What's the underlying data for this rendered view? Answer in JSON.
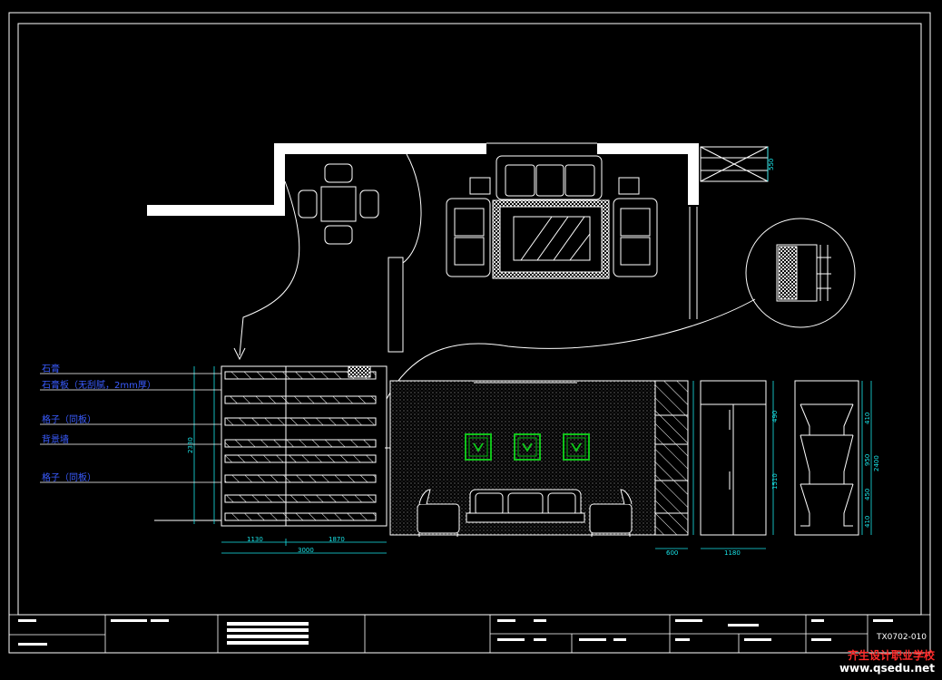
{
  "drawing": {
    "labels": {
      "l1": "石膏",
      "l2": "石膏板（无刮腻，2mm厚）",
      "l3": "格子（同板）",
      "l4": "背景墙",
      "l5": "格子（同板）"
    },
    "dims": {
      "d1130": "1130",
      "d1870": "1870",
      "d3000": "3000",
      "d2330": "2330",
      "d600": "600",
      "d1180": "1180",
      "d550": "550",
      "d410a": "410",
      "d950": "950",
      "d450": "450",
      "d410b": "410",
      "d2400": "2400",
      "d1510": "1510",
      "d490": "490"
    },
    "title_block": {
      "drawing_no": "TX0702-010"
    }
  },
  "watermark": {
    "line1": "齐生设计职业学校",
    "line2": "www.qsedu.net"
  },
  "colors": {
    "background": "#000000",
    "line": "#ffffff",
    "dimension": "#19e6ea",
    "annotation": "#3a5cff",
    "accent": "#10c21a"
  }
}
